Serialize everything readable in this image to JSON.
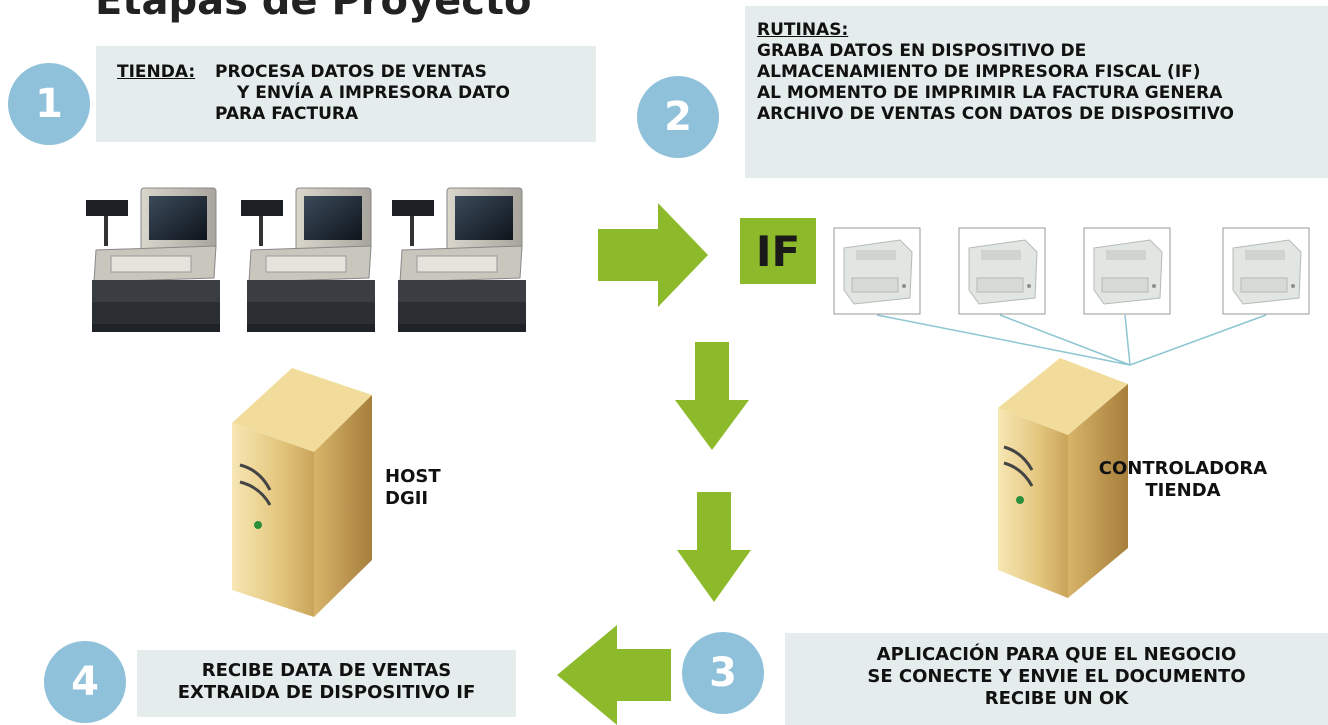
{
  "title": "Etapas de Proyecto",
  "step1": {
    "number": "1",
    "label": "TIENDA:",
    "lines": [
      "PROCESA DATOS DE VENTAS",
      "Y ENVÍA A IMPRESORA DATO",
      "PARA FACTURA"
    ]
  },
  "step2": {
    "number": "2",
    "heading": "RUTINAS:",
    "lines": [
      "GRABA DATOS EN DISPOSITIVO DE",
      "ALMACENAMIENTO DE IMPRESORA FISCAL (IF)",
      "AL MOMENTO DE IMPRIMIR LA FACTURA GENERA",
      "ARCHIVO DE VENTAS CON DATOS DE DISPOSITIVO"
    ]
  },
  "step3": {
    "number": "3",
    "lines": [
      "APLICACIÓN PARA QUE EL NEGOCIO",
      "SE CONECTE Y ENVIE EL DOCUMENTO",
      "RECIBE UN OK"
    ]
  },
  "step4": {
    "number": "4",
    "lines": [
      "RECIBE DATA DE VENTAS",
      "EXTRAIDA DE DISPOSITIVO IF"
    ]
  },
  "if_badge": "IF",
  "host": {
    "lines": [
      "HOST",
      "DGII"
    ]
  },
  "controller": {
    "lines": [
      "CONTROLADORA",
      "TIENDA"
    ]
  },
  "colors": {
    "accent_green": "#8dba2a",
    "circle_blue": "#8fc1da",
    "box_gray": "#e4ecec"
  }
}
